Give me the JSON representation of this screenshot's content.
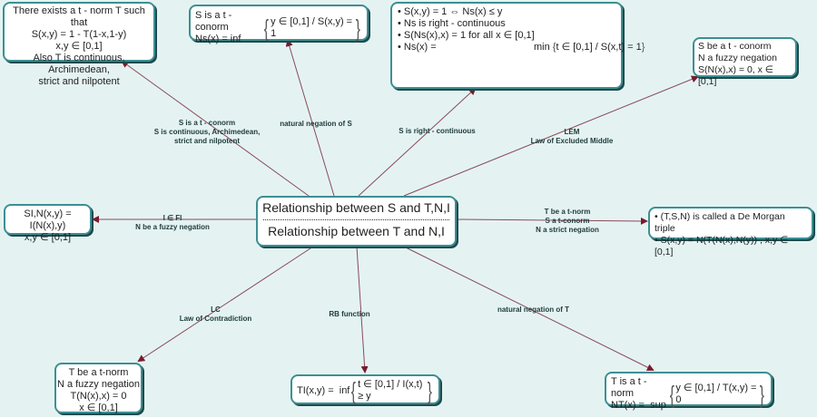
{
  "colors": {
    "background": "#e4f3f2",
    "node_border": "#3d8f93",
    "edge": "#8a4a5a",
    "arrow": "#7a1a2e"
  },
  "center": {
    "line1": "Relationship between S and T,N,I",
    "line2": "Relationship between T and N,I"
  },
  "nodes": {
    "top_left": [
      "There exists a t - norm T such that",
      "S(x,y) = 1 - T(1-x,1-y)",
      "x,y ∈ [0,1]",
      "Also T is continuous, Archimedean,",
      "strict and nilpotent"
    ],
    "top_mid": {
      "line1": "S is a t - conorm",
      "line2": "Ns(x) =  inf",
      "set": "y ∈ [0,1] / S(x,y) = 1"
    },
    "top_right_main": {
      "items": [
        "S(x,y) = 1 ⇔ Ns(x) ≤ y",
        "Ns is right - continuous",
        "S(Ns(x),x) = 1 for all x ∈  [0,1]",
        "Ns(x) ="
      ],
      "min_text": "min",
      "set": "t ∈ [0,1] / S(x,t) = 1"
    },
    "far_right_top": [
      "S be a t - conorm",
      "N a fuzzy negation",
      "S(N(x),x) = 0, x ∈ [0,1]"
    ],
    "left_mid": [
      "SI,N(x,y) = I(N(x),y)",
      "x,y ∈ [0,1]"
    ],
    "right_mid": [
      "(T,S,N) is called a De Morgan triple",
      "S(x,y) = N(T(N(x),N(y)) , x,y ∈ [0,1]"
    ],
    "bottom_left": [
      "T be a t-norm",
      "N a fuzzy negation",
      "T(N(x),x) = 0",
      "x ∈ [0,1]"
    ],
    "bottom_mid": {
      "prefix": "TI(x,y) =  inf",
      "set": "t ∈ [0,1] / I(x,t) ≥ y"
    },
    "bottom_right": {
      "line1": "T is a t - norm",
      "line2": "NT(x) =  sup",
      "set": "y ∈ [0,1] / T(x,y) = 0"
    }
  },
  "edge_labels": {
    "tl": [
      "S is a t - conorm",
      "S is continuous, Archimedean,",
      "strict and nilpotent"
    ],
    "tm": [
      "natural negation of S"
    ],
    "tr": [
      "S is right - continuous"
    ],
    "lem": [
      "LEM",
      "Law of Excluded Middle"
    ],
    "l": [
      "I ∈ FI",
      "N be a fuzzy negation"
    ],
    "r": [
      "T be a t-norm",
      "S a t-conorm",
      "N a strict negation"
    ],
    "lc": [
      "LC",
      "Law of Contradiction"
    ],
    "rb": [
      "RB function"
    ],
    "nt": [
      "natural negation of T"
    ]
  }
}
